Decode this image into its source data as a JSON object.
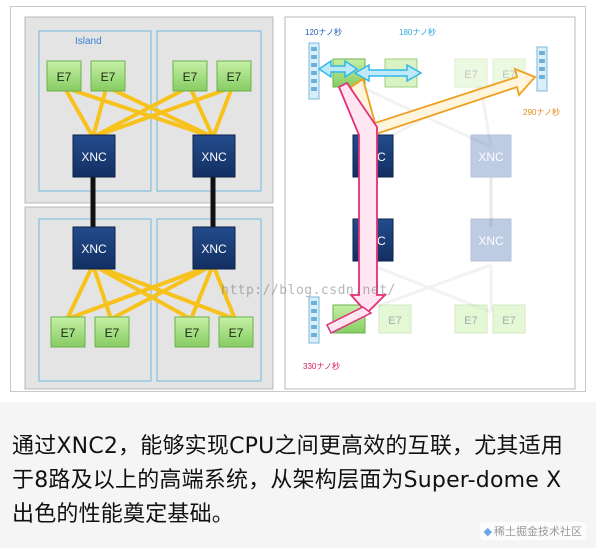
{
  "left_panel": {
    "island_label": "Island",
    "e7_label": "E7",
    "xnc_label": "XNC"
  },
  "right_panel": {
    "latency_120": "120ナノ秒",
    "latency_180": "180ナノ秒",
    "latency_290": "290ナノ秒",
    "latency_330": "330ナノ秒",
    "e7_label": "E7",
    "xnc_label": "XNC"
  },
  "watermark_text": "http://blog.csdn.net/",
  "caption": "通过XNC2，能够实现CPU之间更高效的互联，尤其适用于8路及以上的高端系统，从架构层面为Super-dome X出色的性能奠定基础。",
  "logo": "稀土掘金技术社区",
  "colors": {
    "island_bg": "#e6e6e6",
    "node_fill": "#a8e08a",
    "xnc_fill": "#1a3f7a",
    "link_yellow": "#f7c21c",
    "arrow_cyan": "#30b8e8",
    "arrow_orange": "#f0a020",
    "arrow_pink": "#e0307a"
  }
}
